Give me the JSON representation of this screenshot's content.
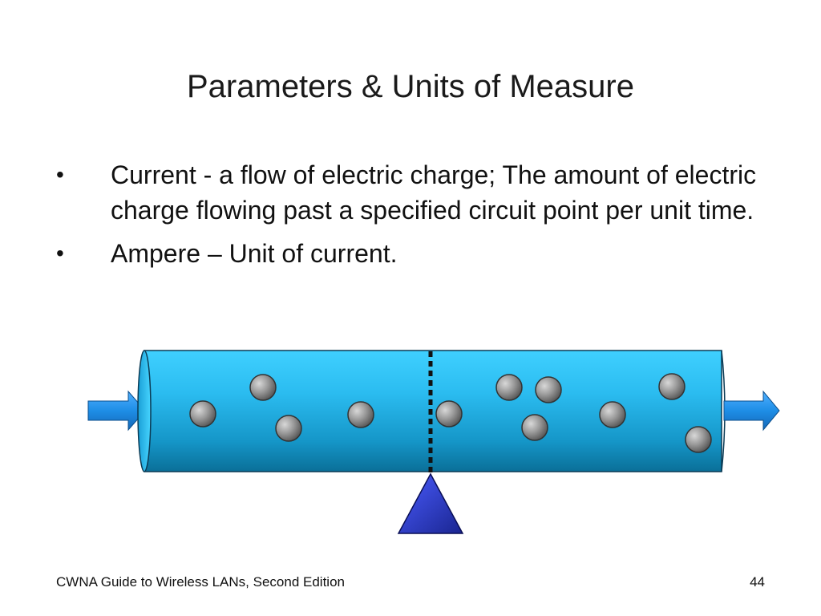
{
  "slide": {
    "title": "Parameters & Units of Measure",
    "bullets": [
      {
        "marker": "•",
        "text": "Current - a flow of electric charge; The amount of electric charge flowing past a specified circuit point per unit time."
      },
      {
        "marker": "•",
        "text": "Ampere – Unit of current."
      }
    ]
  },
  "footer": {
    "source": "CWNA Guide to Wireless LANs, Second Edition",
    "page_number": "44"
  },
  "colors": {
    "pipe": "#2bbcf0",
    "pipe_dark": "#0a7fb0",
    "arrow": "#1e8ee6",
    "charge": "#8a8a8a",
    "pivot": "#2a3bbf"
  },
  "icons": {
    "flow_in": "right-arrow-icon",
    "flow_out": "right-arrow-icon",
    "measurement_point": "triangle-pointer-icon",
    "charge": "circle-charge-icon"
  }
}
